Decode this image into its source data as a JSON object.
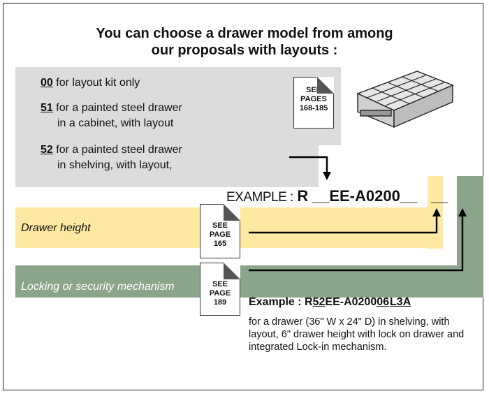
{
  "title": {
    "line1": "You can choose a drawer model from among",
    "line2": "our proposals with layouts :"
  },
  "options": [
    {
      "code": "00",
      "line1": " for layout kit only",
      "line2": ""
    },
    {
      "code": "51",
      "line1": " for a painted steel drawer",
      "line2": "in a cabinet, with layout"
    },
    {
      "code": "52",
      "line1": " for a painted steel drawer",
      "line2": "in shelving, with layout,"
    }
  ],
  "see_refs": {
    "pages_range": {
      "line1": "SEE",
      "line2": "PAGES",
      "line3": "168-185"
    },
    "page_165": {
      "line1": "SEE",
      "line2": "PAGE",
      "line3": "165"
    },
    "page_189": {
      "line1": "SEE",
      "line2": "PAGE",
      "line3": "189"
    }
  },
  "example": {
    "label": "EXAMPLE :",
    "code_r": "R",
    "code_blank1": "__",
    "code_mid": "EE-A0200",
    "code_blank2": "__",
    "code_blank3": "__"
  },
  "bands": {
    "drawer_height": "Drawer height",
    "locking": "Locking or security mechanism"
  },
  "example2": {
    "prefix": "Example : R",
    "part1": "52",
    "part2": "EE-A0200",
    "part3": "06",
    "part4": "L3A"
  },
  "description": "for a drawer (36\" W x 24\" D) in shelving, with  layout, 6\" drawer height with lock on drawer and integrated Lock-in mechanism.",
  "colors": {
    "gray_panel": "#dcdcdc",
    "yellow_band": "#fde9a2",
    "green_band": "#8ba58a"
  },
  "icons": {
    "drawer": "drawer-organizer-icon"
  }
}
